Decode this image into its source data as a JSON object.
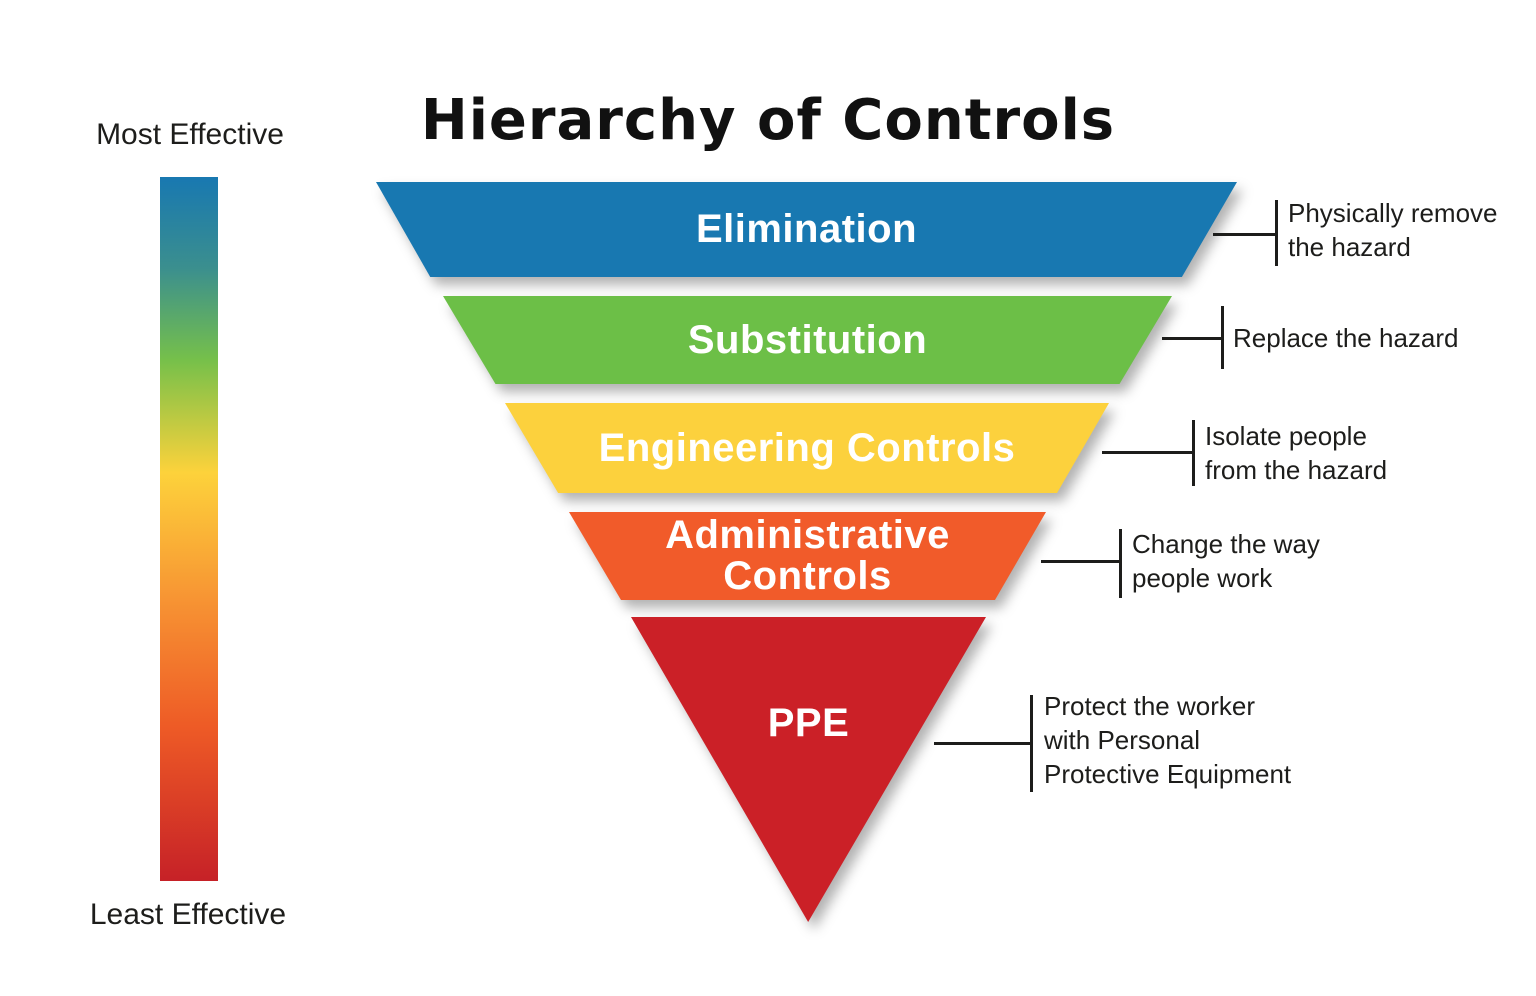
{
  "title": "Hierarchy of Controls",
  "scale": {
    "most_label": "Most Effective",
    "least_label": "Least Effective",
    "gradient_stops": [
      {
        "color": "#1878b1",
        "pos": "0%"
      },
      {
        "color": "#3b8f8e",
        "pos": "13%"
      },
      {
        "color": "#76c04a",
        "pos": "26%"
      },
      {
        "color": "#fdd23b",
        "pos": "42%"
      },
      {
        "color": "#f79433",
        "pos": "60%"
      },
      {
        "color": "#ee5b26",
        "pos": "78%"
      },
      {
        "color": "#c62127",
        "pos": "100%"
      }
    ]
  },
  "levels": [
    {
      "name": "Elimination",
      "color": "#1878b1",
      "description": "Physically remove\nthe hazard"
    },
    {
      "name": "Substitution",
      "color": "#6cbf47",
      "description": "Replace the hazard"
    },
    {
      "name": "Engineering Controls",
      "color": "#fcd13d",
      "description": "Isolate people\nfrom the hazard"
    },
    {
      "name": "Administrative\nControls",
      "color": "#f15b2a",
      "description": "Change the way\npeople work"
    },
    {
      "name": "PPE",
      "color": "#cb2027",
      "description": "Protect the worker\nwith Personal\nProtective Equipment"
    }
  ]
}
